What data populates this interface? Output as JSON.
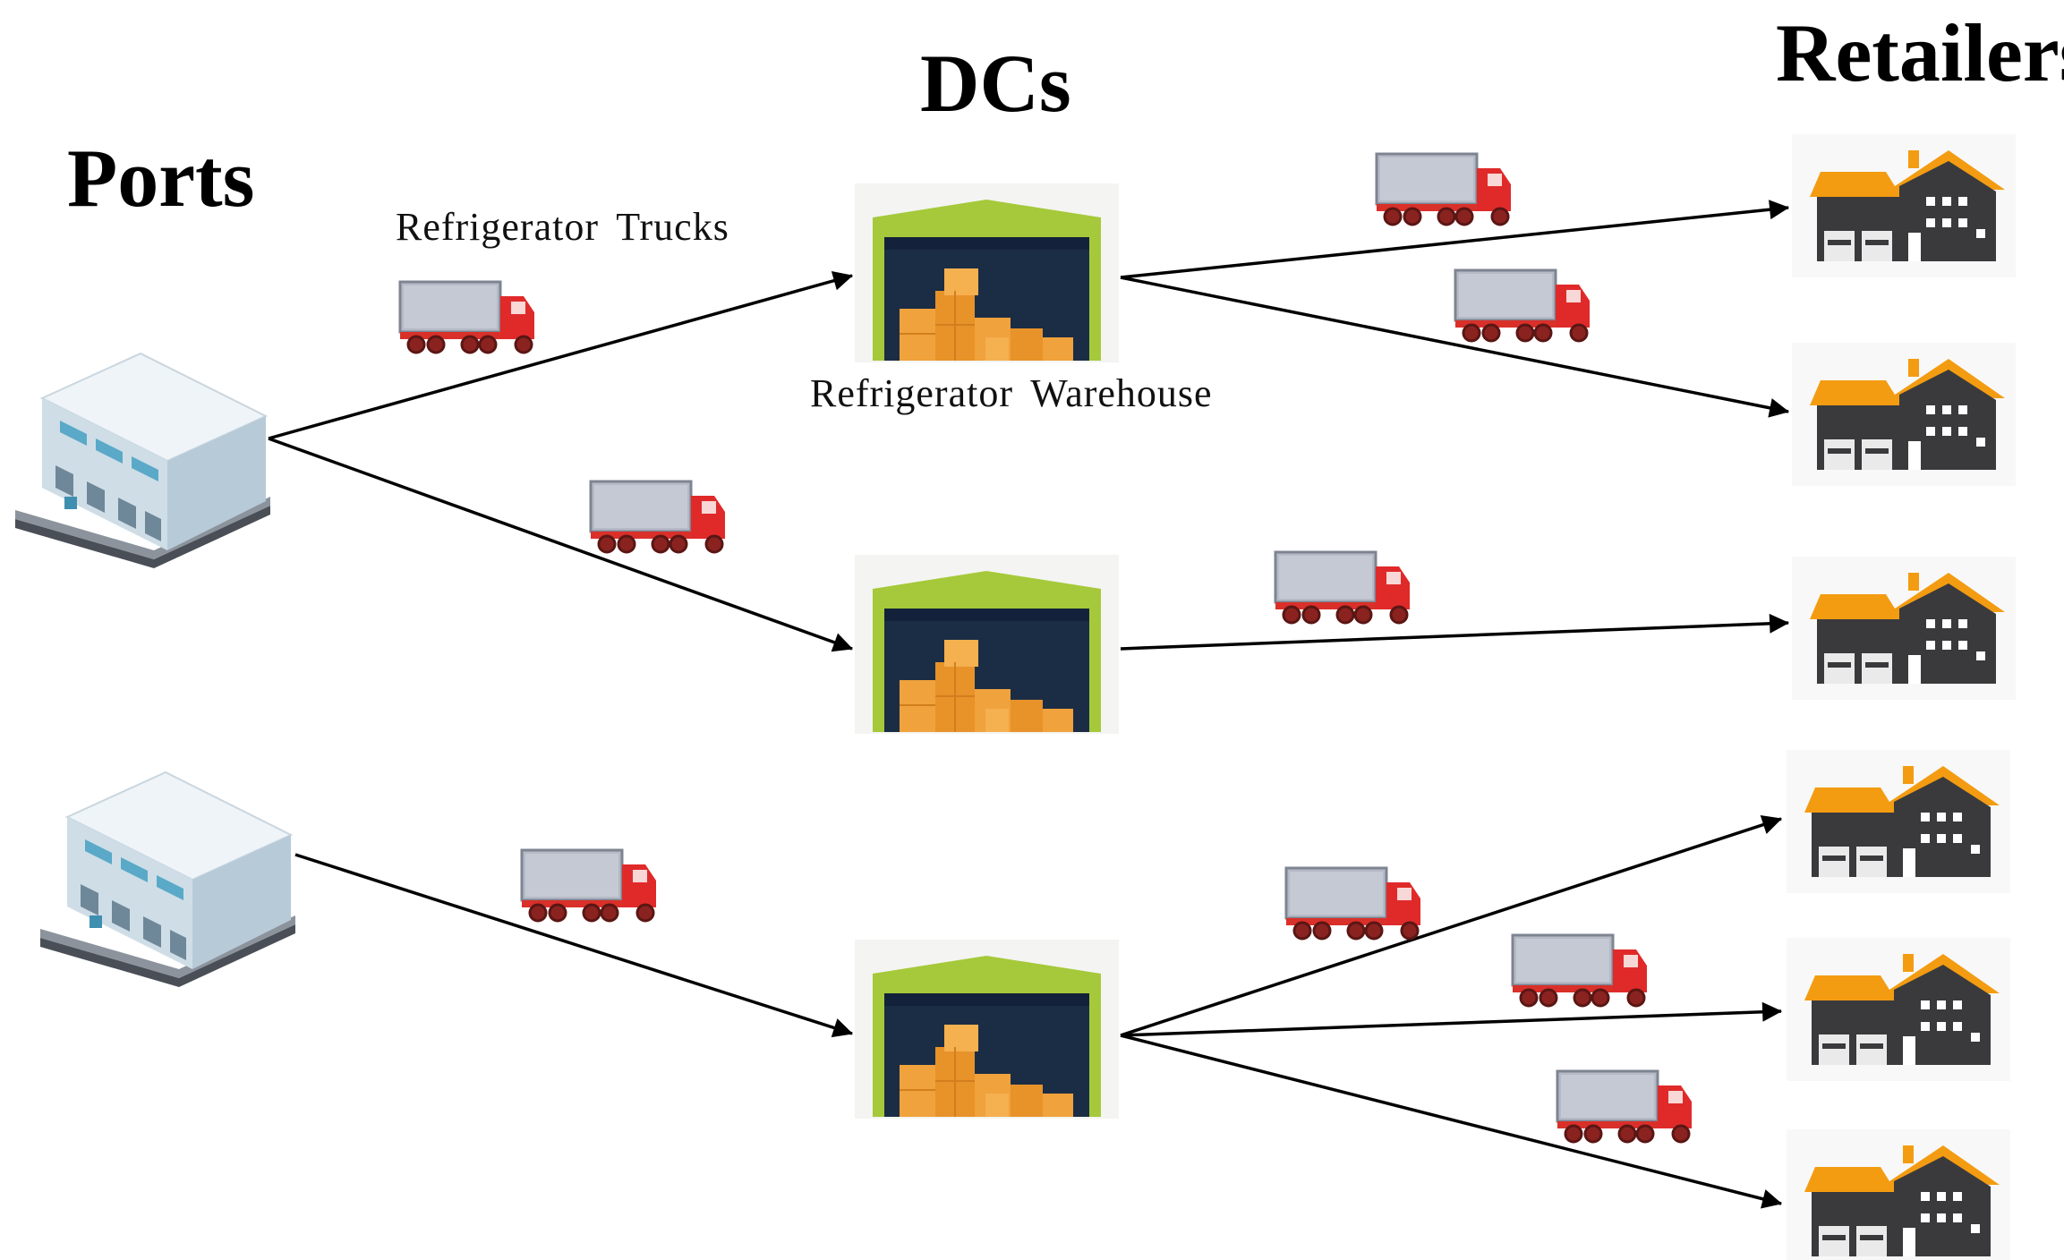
{
  "headings": {
    "ports": "Ports",
    "dcs": "DCs",
    "retailers": "Retailers"
  },
  "captions": {
    "trucks": "Refrigerator Trucks",
    "warehouse": "Refrigerator Warehouse"
  },
  "icons": {
    "port": "port-building-icon",
    "dc": "refrigerator-warehouse-icon",
    "retailer": "retail-store-icon",
    "truck": "refrigerator-truck-icon"
  },
  "network": {
    "ports": [
      "port-1",
      "port-2"
    ],
    "dcs": [
      "dc-1",
      "dc-2",
      "dc-3"
    ],
    "retailers": [
      "retailer-1",
      "retailer-2",
      "retailer-3",
      "retailer-4",
      "retailer-5",
      "retailer-6"
    ],
    "links": [
      {
        "from": "port-1",
        "to": "dc-1"
      },
      {
        "from": "port-1",
        "to": "dc-2"
      },
      {
        "from": "port-2",
        "to": "dc-3"
      },
      {
        "from": "dc-1",
        "to": "retailer-1"
      },
      {
        "from": "dc-1",
        "to": "retailer-2"
      },
      {
        "from": "dc-2",
        "to": "retailer-3"
      },
      {
        "from": "dc-3",
        "to": "retailer-4"
      },
      {
        "from": "dc-3",
        "to": "retailer-5"
      },
      {
        "from": "dc-3",
        "to": "retailer-6"
      }
    ]
  },
  "colors": {
    "port_wall": "#dfe9f0",
    "port_window": "#5aa9c8",
    "warehouse_roof": "#a5c93a",
    "warehouse_interior": "#1b2d45",
    "boxes": "#f0a23c",
    "store_roof": "#f39c12",
    "store_wall": "#3a3a3c",
    "truck_trailer": "#b5bac6",
    "truck_cab": "#e02a2a"
  }
}
